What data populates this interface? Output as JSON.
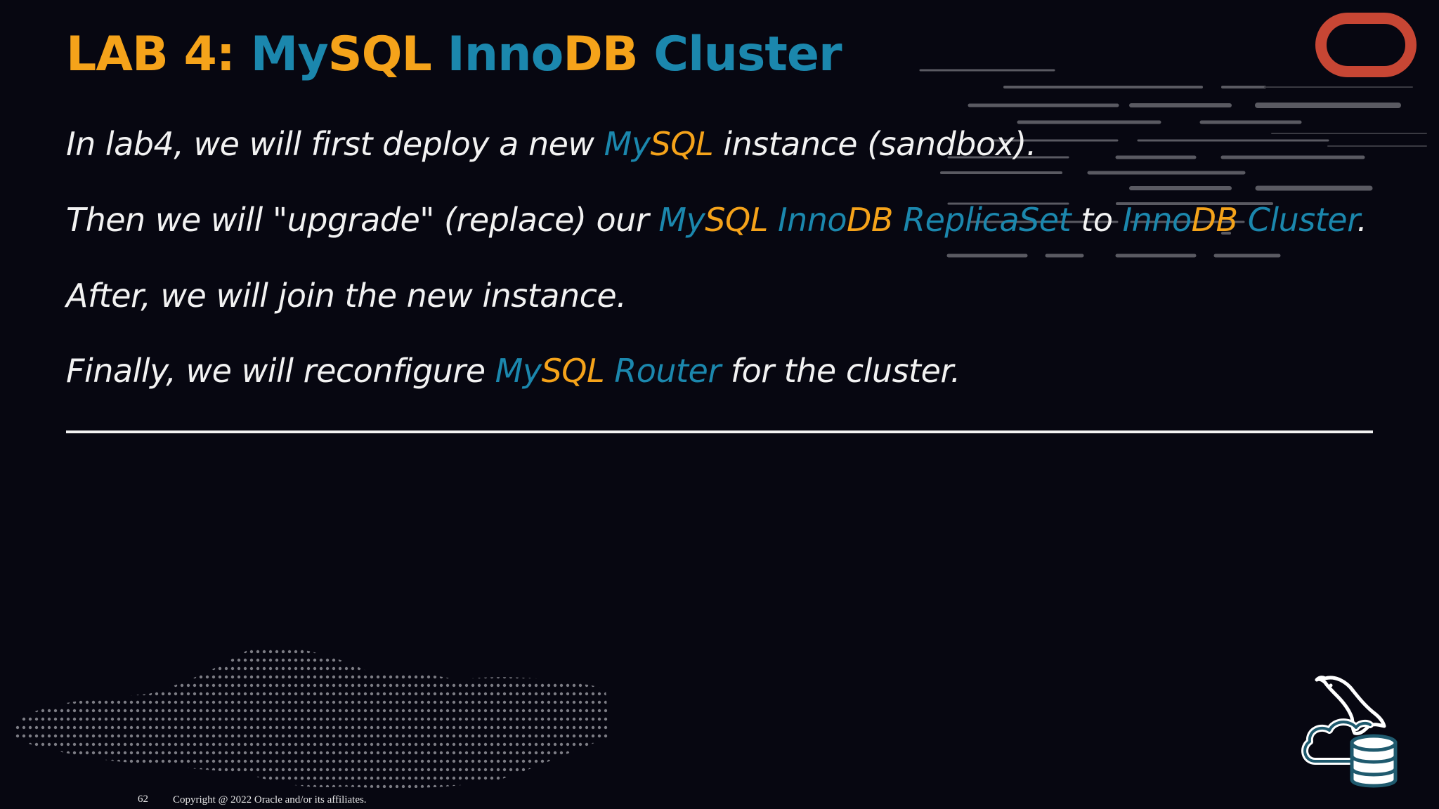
{
  "title": {
    "lab": "LAB 4: ",
    "my": "My",
    "sql": "SQL",
    "inno": "Inno",
    "db": "DB",
    "cluster": "Cluster"
  },
  "lines": [
    {
      "a": "In lab4, we will first deploy a new ",
      "my": "My",
      "sql": "SQL",
      "b": " instance (sandbox)."
    },
    {
      "a": "Then we will \"upgrade\" (replace) our ",
      "my": "My",
      "sql": "SQL",
      "inno": "Inno",
      "db": "DB",
      "rs": "ReplicaSet",
      "to": " to ",
      "inno2": "Inno",
      "db2": "DB",
      "cluster": "Cluster",
      "end": "."
    },
    {
      "a": "After, we will join the new instance."
    },
    {
      "a": "Finally, we will reconfigure ",
      "my": "My",
      "sql": "SQL",
      "router": "Router",
      "b": " for the cluster."
    }
  ],
  "footer": {
    "page_number": "62",
    "copyright": "Copyright @ 2022 Oracle and/or its affiliates."
  },
  "colors": {
    "background": "#070711",
    "accent_orange": "#f5a31a",
    "accent_blue": "#1b87ad",
    "oracle_red": "#c74634",
    "text": "#f2f2f2"
  },
  "icons": [
    "oracle-logo-icon",
    "mysql-cloud-database-icon"
  ]
}
